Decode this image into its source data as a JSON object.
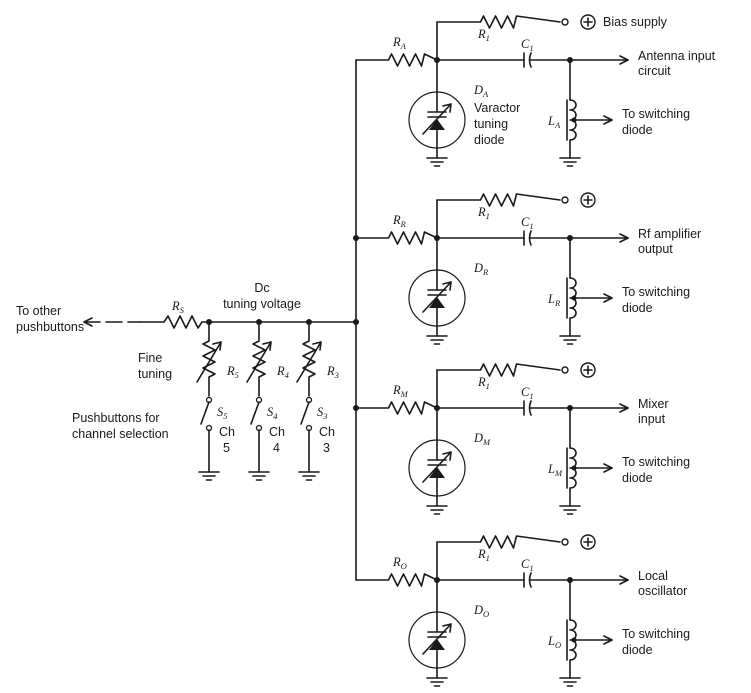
{
  "branches": [
    {
      "resistor": "R",
      "resistor_sub": "A",
      "r1": "R",
      "r1_sub": "1",
      "cap": "C",
      "cap_sub": "1",
      "diode": "D",
      "diode_sub": "A",
      "diode_desc": [
        "Varactor",
        "tuning",
        "diode"
      ],
      "inductor": "L",
      "inductor_sub": "A",
      "supply_label": "Bias supply",
      "output": [
        "Antenna input",
        "circuit"
      ],
      "switching": [
        "To switching",
        "diode"
      ]
    },
    {
      "resistor": "R",
      "resistor_sub": "R",
      "r1": "R",
      "r1_sub": "1",
      "cap": "C",
      "cap_sub": "1",
      "diode": "D",
      "diode_sub": "R",
      "inductor": "L",
      "inductor_sub": "R",
      "output": [
        "Rf amplifier",
        "output"
      ],
      "switching": [
        "To switching",
        "diode"
      ]
    },
    {
      "resistor": "R",
      "resistor_sub": "M",
      "r1": "R",
      "r1_sub": "1",
      "cap": "C",
      "cap_sub": "1",
      "diode": "D",
      "diode_sub": "M",
      "inductor": "L",
      "inductor_sub": "M",
      "output": [
        "Mixer",
        "input"
      ],
      "switching": [
        "To switching",
        "diode"
      ]
    },
    {
      "resistor": "R",
      "resistor_sub": "O",
      "r1": "R",
      "r1_sub": "1",
      "cap": "C",
      "cap_sub": "1",
      "diode": "D",
      "diode_sub": "O",
      "inductor": "L",
      "inductor_sub": "O",
      "output": [
        "Local",
        "oscillator"
      ],
      "switching": [
        "To switching",
        "diode"
      ]
    }
  ],
  "plus_symbol": "+",
  "left": {
    "to_other": [
      "To other",
      "pushbuttons"
    ],
    "rs": "R",
    "rs_sub": "S",
    "dc_label": [
      "Dc",
      "tuning voltage"
    ],
    "fine_tuning": [
      "Fine",
      "tuning"
    ],
    "pushbuttons": [
      "Pushbuttons for",
      "channel selection"
    ]
  },
  "channels": [
    {
      "pot": "R",
      "pot_sub": "5",
      "sw": "S",
      "sw_sub": "5",
      "ch": "Ch",
      "num": "5"
    },
    {
      "pot": "R",
      "pot_sub": "4",
      "sw": "S",
      "sw_sub": "4",
      "ch": "Ch",
      "num": "4"
    },
    {
      "pot": "R",
      "pot_sub": "3",
      "sw": "S",
      "sw_sub": "3",
      "ch": "Ch",
      "num": "3"
    }
  ]
}
